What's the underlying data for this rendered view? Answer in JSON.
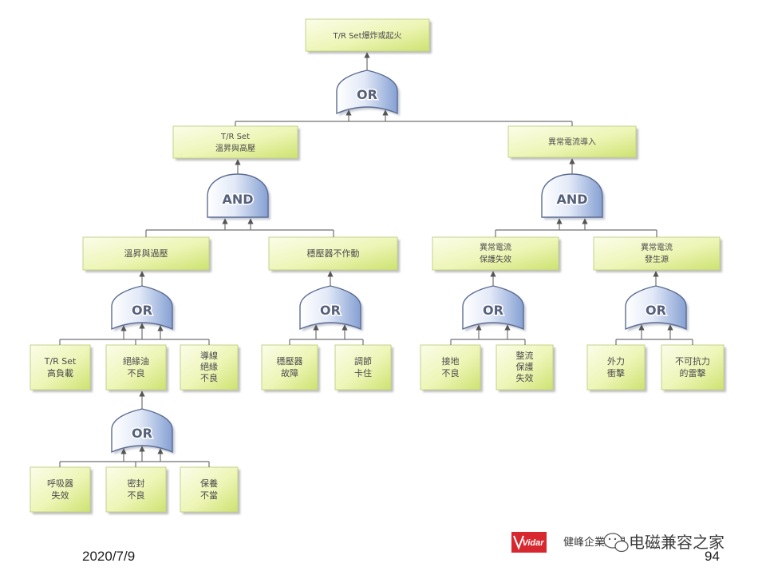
{
  "fault_tree": {
    "top_event": {
      "lines": [
        "T/R Set爆炸或起火"
      ]
    },
    "gates": {
      "g_top": "OR",
      "g_temp_hv": "AND",
      "g_abnormal_current": "AND",
      "g_temp_overvolt": "OR",
      "g_regulator": "OR",
      "g_protection": "OR",
      "g_source": "OR",
      "g_oil": "OR"
    },
    "events": {
      "temp_hv": {
        "lines": [
          "T/R Set",
          "溫昇與高壓"
        ]
      },
      "abnormal_current": {
        "lines": [
          "異常電流導入"
        ]
      },
      "temp_overvolt": {
        "lines": [
          "溫昇與過壓"
        ]
      },
      "regulator_fail": {
        "lines": [
          "穩壓器不作動"
        ]
      },
      "current_protection_fail": {
        "lines": [
          "異常電流",
          "保護失效"
        ]
      },
      "current_source": {
        "lines": [
          "異常電流",
          "發生源"
        ]
      },
      "high_load": {
        "lines": [
          "T/R Set",
          "高負載"
        ]
      },
      "oil_bad": {
        "lines": [
          "絕緣油",
          "不良"
        ]
      },
      "wire_insulation_bad": {
        "lines": [
          "導線",
          "絕緣",
          "不良"
        ]
      },
      "regulator_fault": {
        "lines": [
          "穩壓器",
          "故障"
        ]
      },
      "adjust_stuck": {
        "lines": [
          "調節",
          "卡住"
        ]
      },
      "ground_bad": {
        "lines": [
          "接地",
          "不良"
        ]
      },
      "rectifier_protection_fail": {
        "lines": [
          "整流",
          "保護",
          "失效"
        ]
      },
      "external_impact": {
        "lines": [
          "外力",
          "衝擊"
        ]
      },
      "lightning": {
        "lines": [
          "不可抗力",
          "的雷擊"
        ]
      },
      "breather_fail": {
        "lines": [
          "呼吸器",
          "失效"
        ]
      },
      "seal_bad": {
        "lines": [
          "密封",
          "不良"
        ]
      },
      "maintenance_bad": {
        "lines": [
          "保養",
          "不當"
        ]
      }
    }
  },
  "footer": {
    "date": "2020/7/9",
    "page": "94",
    "logo_text": "Vidar",
    "company": "健峰企業顧問",
    "watermark": "电磁兼容之家",
    "watermark_icon": "chat-bubble-icon"
  },
  "colors": {
    "event_box_light": "#fbfde9",
    "event_box_mid": "#edf5b5",
    "event_box_dark": "#cde270",
    "gate_light": "#ffffff",
    "gate_mid": "#e2e9f7",
    "gate_dark": "#85a0d3",
    "connector": "#707070",
    "logo_red": "#d7282f"
  }
}
